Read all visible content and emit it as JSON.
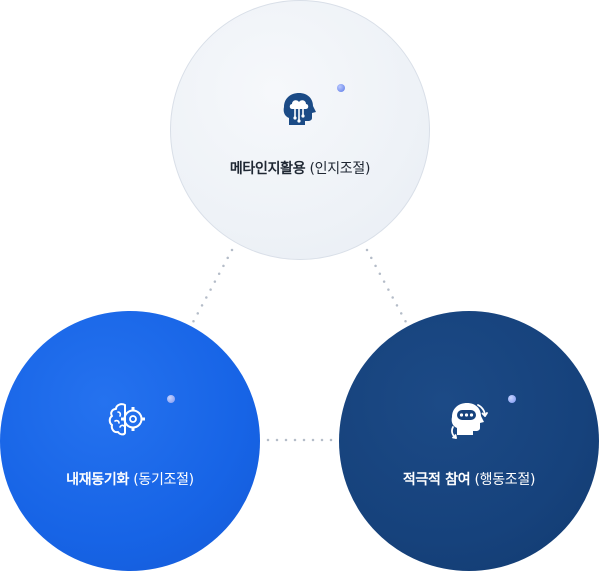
{
  "diagram": {
    "nodes": [
      {
        "key": "top",
        "main": "메타인지활용",
        "sub": "(인지조절)",
        "icon": "head-cloud-icon",
        "color": "#eef2f7"
      },
      {
        "key": "left",
        "main": "내재동기화",
        "sub": "(동기조절)",
        "icon": "brain-gear-icon",
        "color": "#1764e6"
      },
      {
        "key": "right",
        "main": "적극적 참여",
        "sub": "(행동조절)",
        "icon": "head-chat-icon",
        "color": "#16427c"
      }
    ],
    "connector_color": "#b4bcc8"
  }
}
